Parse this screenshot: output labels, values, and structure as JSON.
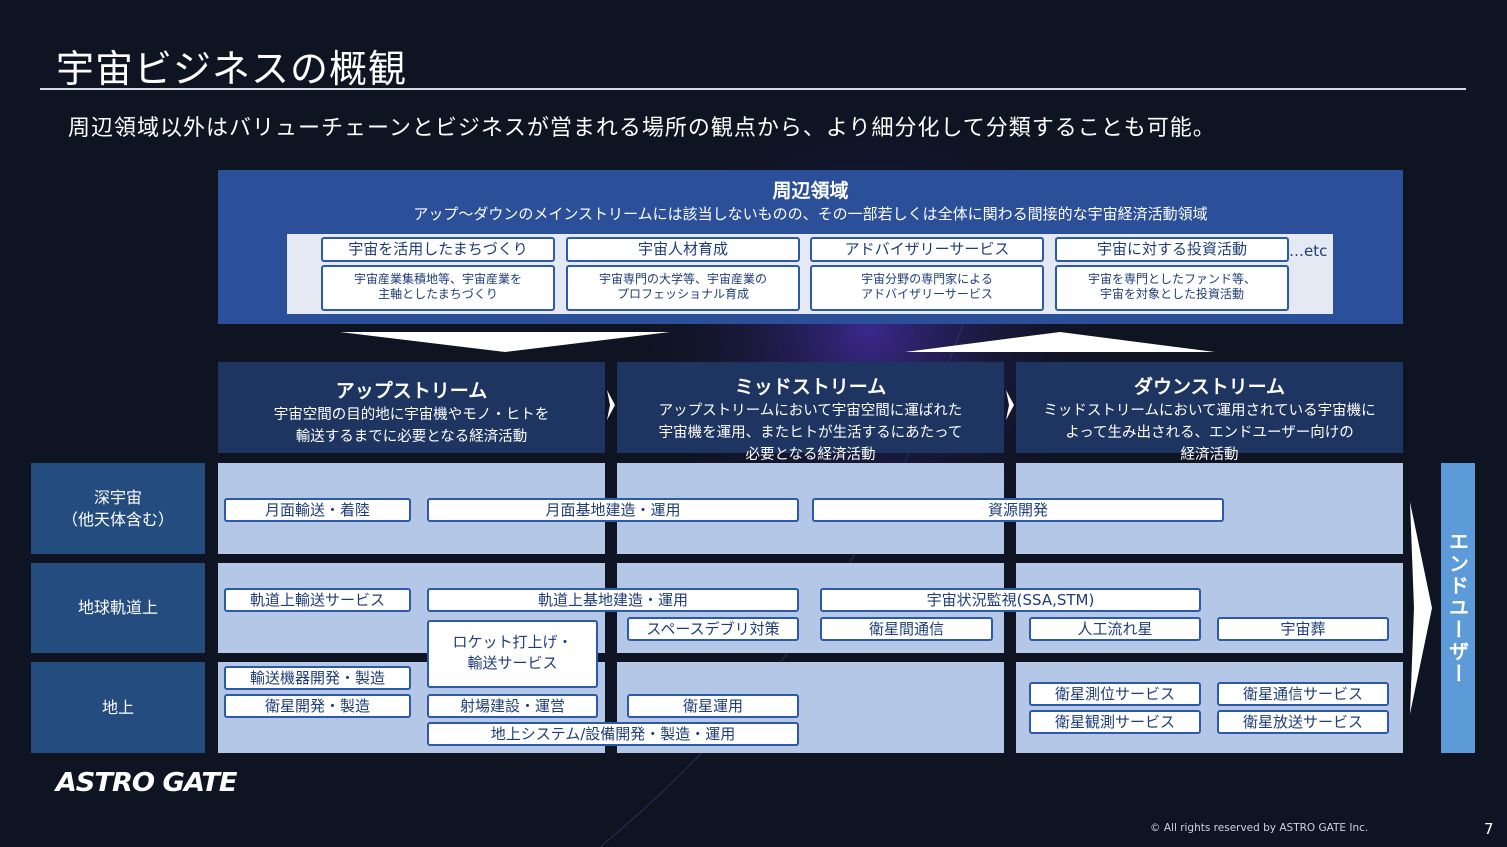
{
  "title": "宇宙ビジネスの概観",
  "lead": "周辺領域以外はバリューチェーンとビジネスが営まれる場所の観点から、より細分化して分類することも可能。",
  "peripheral": {
    "title": "周辺領域",
    "desc": "アップ～ダウンのメインストリームには該当しないものの、その一部若しくは全体に関わる間接的な宇宙経済活動領域",
    "items": [
      {
        "label": "宇宙を活用したまちづくり",
        "detail_1": "宇宙産業集積地等、宇宙産業を",
        "detail_2": "主軸としたまちづくり"
      },
      {
        "label": "宇宙人材育成",
        "detail_1": "宇宙専門の大学等、宇宙産業の",
        "detail_2": "プロフェッショナル育成"
      },
      {
        "label": "アドバイザリーサービス",
        "detail_1": "宇宙分野の専門家による",
        "detail_2": "アドバイザリーサービス"
      },
      {
        "label": "宇宙に対する投資活動",
        "detail_1": "宇宙を専門としたファンド等、",
        "detail_2": "宇宙を対象とした投資活動"
      }
    ],
    "etc": "…etc"
  },
  "stages": [
    {
      "title": "アップストリーム",
      "desc_1": "宇宙空間の目的地に宇宙機やモノ・ヒトを",
      "desc_2": "輸送するまでに必要となる経済活動",
      "desc_3": ""
    },
    {
      "title": "ミッドストリーム",
      "desc_1": "アップストリームにおいて宇宙空間に運ばれた",
      "desc_2": "宇宙機を運用、またヒトが生活するにあたって",
      "desc_3": "必要となる経済活動"
    },
    {
      "title": "ダウンストリーム",
      "desc_1": "ミッドストリームにおいて運用されている宇宙機に",
      "desc_2": "よって生み出される、エンドユーザー向けの",
      "desc_3": "経済活動"
    }
  ],
  "rows": {
    "deep_space_1": "深宇宙",
    "deep_space_2": "（他天体含む）",
    "orbit": "地球軌道上",
    "ground": "地上"
  },
  "tags": {
    "lunar_transport": "月面輸送・着陸",
    "lunar_base": "月面基地建造・運用",
    "resource": "資源開発",
    "orbit_transport": "軌道上輸送サービス",
    "orbit_base": "軌道上基地建造・運用",
    "ssa": "宇宙状況監視(SSA,STM)",
    "debris": "スペースデブリ対策",
    "isl": "衛星間通信",
    "meteor": "人工流れ星",
    "burial": "宇宙葬",
    "launch_1": "ロケット打上げ・",
    "launch_2": "輸送サービス",
    "vehicle_dev": "輸送機器開発・製造",
    "sat_dev": "衛星開発・製造",
    "range": "射場建設・運営",
    "sat_ops": "衛星運用",
    "ground_sys": "地上システム/設備開発・製造・運用",
    "gnss": "衛星測位サービス",
    "satcom": "衛星通信サービス",
    "eo": "衛星観測サービス",
    "broadcast": "衛星放送サービス"
  },
  "end_user": "エンドユーザー",
  "logo": "ASTRO GATE",
  "copyright": "© All rights reserved by ASTRO GATE Inc.",
  "page_number": "7",
  "colors": {
    "background": "#0f1423",
    "peripheral": "#2b4f98",
    "stage": "#1f3561",
    "row_label": "#244c7e",
    "cell": "#b4c7e7",
    "end_user": "#5d9ad8",
    "tag_border": "#2d5aa8",
    "tag_text": "#1f3d7a"
  }
}
